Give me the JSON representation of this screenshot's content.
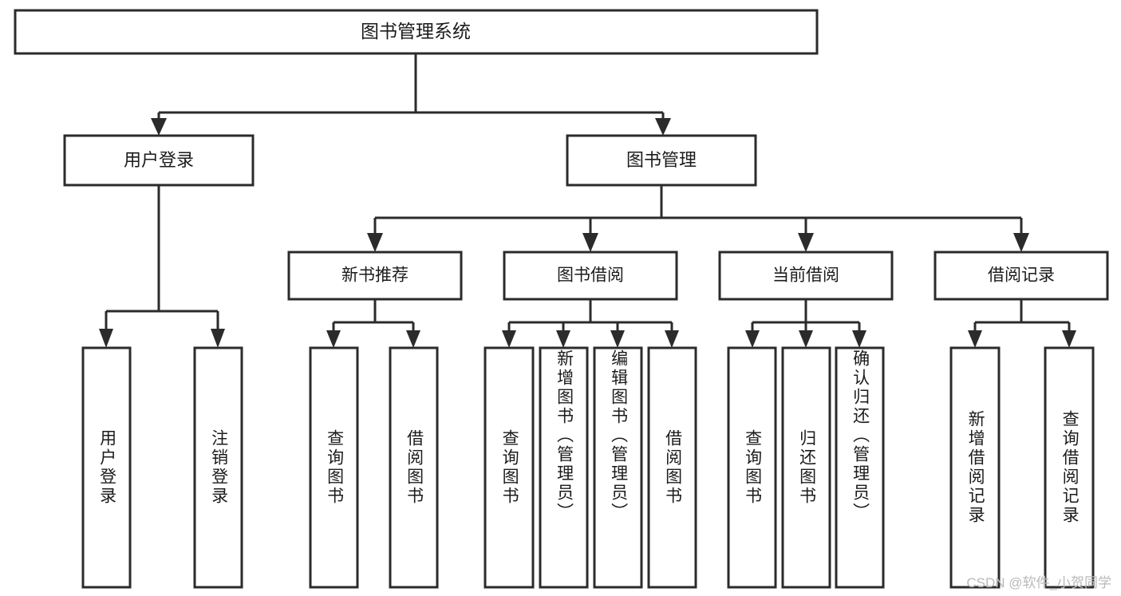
{
  "diagram": {
    "type": "tree-hierarchy",
    "title": "图书管理系统",
    "watermark": "CSDN @软件_小贺同学",
    "colors": {
      "stroke": "#2b2b2b",
      "box_fill": "#ffffff",
      "text": "#1b1b1b",
      "background": "#ffffff",
      "watermark": "#b9b9b9"
    },
    "levels": {
      "root": {
        "label": "图书管理系统"
      },
      "level2": [
        {
          "label": "用户登录"
        },
        {
          "label": "图书管理"
        }
      ],
      "level3": [
        {
          "label": "新书推荐"
        },
        {
          "label": "图书借阅"
        },
        {
          "label": "当前借阅"
        },
        {
          "label": "借阅记录"
        }
      ],
      "leaves": {
        "user_login": [
          {
            "label": "用户登录"
          },
          {
            "label": "注销登录"
          }
        ],
        "new_book_recommend": [
          {
            "label": "查询图书"
          },
          {
            "label": "借阅图书"
          }
        ],
        "book_borrow": [
          {
            "label": "查询图书"
          },
          {
            "label": "新增图书（管理员）"
          },
          {
            "label": "编辑图书（管理员）"
          },
          {
            "label": "借阅图书"
          }
        ],
        "current_borrow": [
          {
            "label": "查询图书"
          },
          {
            "label": "归还图书"
          },
          {
            "label": "确认归还（管理员）"
          }
        ],
        "borrow_record": [
          {
            "label": "新增借阅记录"
          },
          {
            "label": "查询借阅记录"
          }
        ]
      }
    }
  }
}
